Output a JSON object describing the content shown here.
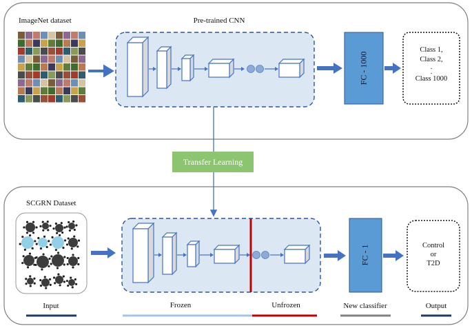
{
  "top_panel": {
    "dataset_label": "ImageNet dataset",
    "cnn_label": "Pre-trained CNN",
    "fc_label": "FC - 1000",
    "classes": [
      "Class 1,",
      "Class 2,",
      ".",
      ".",
      "Class 1000"
    ]
  },
  "transfer_label": "Transfer Learning",
  "bottom_panel": {
    "dataset_label": "SCGRN Dataset",
    "fc_label": "FC - 1",
    "output_lines": [
      "Control",
      "or",
      "T2D"
    ]
  },
  "footer": {
    "input_label": "Input",
    "frozen_label": "Frozen",
    "unfrozen_label": "Unfrozen",
    "classifier_label": "New classifier",
    "output_label": "Output"
  },
  "colors": {
    "arrow": "#4472c4",
    "fc_fill": "#5b9bd5",
    "cnn_fill": "#dce7f4",
    "frozen_line": "#a6c2e8",
    "unfrozen_line": "#c00000",
    "transfer_fill": "#8cc46f",
    "dark_line": "#1f3864",
    "gray_line": "#808080"
  }
}
